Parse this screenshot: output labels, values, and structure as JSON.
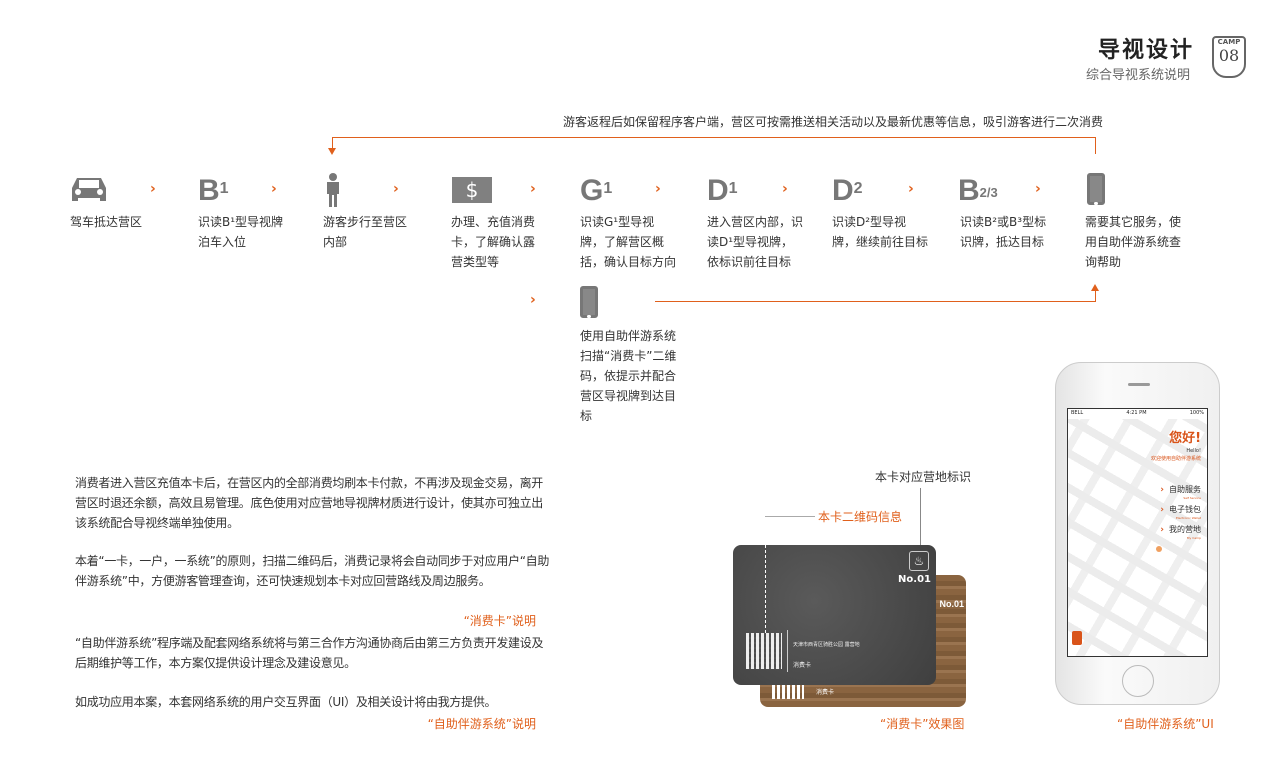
{
  "header": {
    "title": "导视设计",
    "subtitle": "综合导视系统说明",
    "badge_top": "CAMP",
    "badge_num": "08"
  },
  "feedback_text": "游客返程后如保留程序客户端，营区可按需推送相关活动以及最新优惠等信息，吸引游客进行二次消费",
  "steps": [
    {
      "icon": "car-icon",
      "text": "驾车抵达营区"
    },
    {
      "icon": "B",
      "sup": "1",
      "text": "识读B¹型导视牌泊车入位"
    },
    {
      "icon": "person-icon",
      "text": "游客步行至营区内部"
    },
    {
      "icon": "dollar-icon",
      "text": "办理、充值消费卡，了解确认露营类型等"
    },
    {
      "icon": "G",
      "sup": "1",
      "text": "识读G¹型导视牌，了解营区概括，确认目标方向"
    },
    {
      "icon": "D",
      "sup": "1",
      "text": "进入营区内部，识读D¹型导视牌，依标识前往目标"
    },
    {
      "icon": "D",
      "sup": "2",
      "text": "识读D²型导视牌，继续前往目标"
    },
    {
      "icon": "B",
      "sup": "2/3",
      "text": "识读B²或B³型标识牌，抵达目标"
    },
    {
      "icon": "phone-icon",
      "text": "需要其它服务，使用自助伴游系统查询帮助"
    }
  ],
  "branch_step": {
    "icon": "phone-icon",
    "text": "使用自助伴游系统扫描“消费卡”二维码，依提示并配合营区导视牌到达目标"
  },
  "paragraphs": {
    "p1": "消费者进入营区充值本卡后，在营区内的全部消费均刷本卡付款，不再涉及现金交易，离开营区时退还余额，高效且易管理。底色使用对应营地导视牌材质进行设计，使其亦可独立出该系统配合导视终端单独使用。",
    "p2": "本着“一卡，一户，一系统”的原则，扫描二维码后，消费记录将会自动同步于对应用户“自助伴游系统”中，方便游客管理查询，还可快速规划本卡对应回营路线及周边服务。",
    "cap1": "“消费卡”说明",
    "p3": "“自助伴游系统”程序端及配套网络系统将与第三合作方沟通协商后由第三方负责开发建设及后期维护等工作，本方案仅提供设计理念及建设意见。",
    "p4": "如成功应用本案，本套网络系统的用户交互界面（UI）及相关设计将由我方提供。",
    "cap2": "“自助伴游系统”说明"
  },
  "card": {
    "label_mark": "本卡对应营地标识",
    "label_qr": "本卡二维码信息",
    "no": "No.01",
    "company": "天津市西青区骑胜公园 露营地",
    "card_name": "消费卡",
    "caption": "“消费卡”效果图"
  },
  "phone": {
    "carrier": "BELL",
    "time": "4:21 PM",
    "battery": "100%",
    "greeting": "您好!",
    "hello": "Hello!",
    "welcome": "欢迎使用自助伴游系统",
    "menu": [
      {
        "label": "自助服务",
        "en": "Self Service"
      },
      {
        "label": "电子钱包",
        "en": "Electronic Wallet"
      },
      {
        "label": "我的营地",
        "en": "My Camp"
      }
    ],
    "caption": "“自助伴游系统”UI"
  },
  "colors": {
    "accent": "#e0601c",
    "icon_gray": "#777777"
  }
}
